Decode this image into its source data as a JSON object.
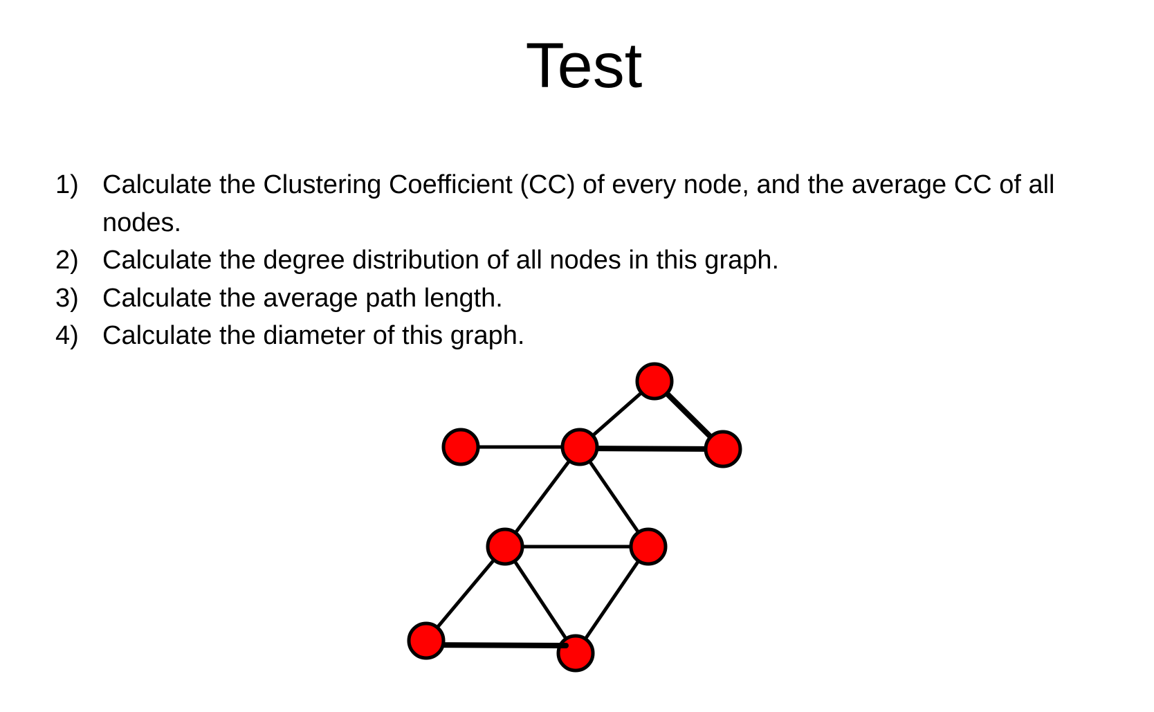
{
  "title": "Test",
  "questions": [
    {
      "number": "1)",
      "text": "Calculate the Clustering Coefficient (CC) of every node, and the average CC of all nodes."
    },
    {
      "number": "2)",
      "text": "Calculate the degree distribution of all nodes in this graph."
    },
    {
      "number": "3)",
      "text": "Calculate the average path length."
    },
    {
      "number": "4)",
      "text": "Calculate the diameter of this graph."
    }
  ],
  "colors": {
    "node_fill": "#ff0000",
    "edge": "#000000"
  }
}
